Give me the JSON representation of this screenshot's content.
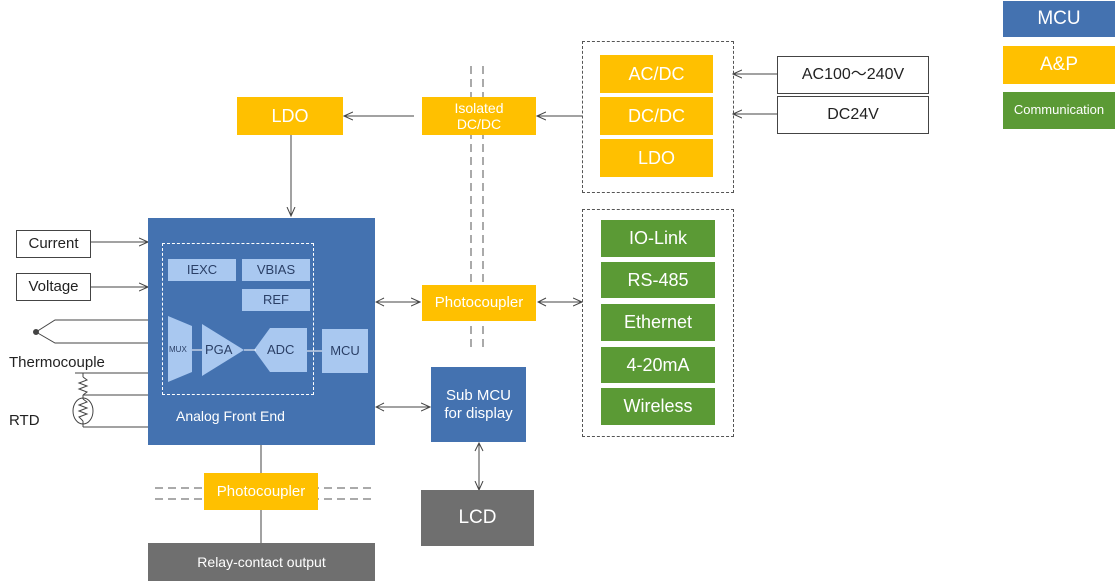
{
  "legend": {
    "mcu": "MCU",
    "ap": "A&P",
    "communication": "Communication",
    "colors": {
      "mcu": "#4472B0",
      "ap": "#FFC000",
      "communication": "#5B9A35"
    }
  },
  "power": {
    "ldo": "LDO",
    "isolated_dcdc": "Isolated\nDC/DC",
    "acdc": "AC/DC",
    "dcdc": "DC/DC",
    "ldo2": "LDO",
    "ac_input": "AC100～240V",
    "dc_input": "DC24V"
  },
  "afe": {
    "title": "Analog  Front End",
    "iexc": "IEXC",
    "vbias": "VBIAS",
    "ref": "REF",
    "mux": "MUX",
    "pga": "PGA",
    "adc": "ADC",
    "mcu": "MCU"
  },
  "inputs": {
    "current": "Current",
    "voltage": "Voltage",
    "thermocouple": "Thermocouple",
    "rtd": "RTD"
  },
  "isolation": {
    "photocoupler_mid": "Photocoupler",
    "photocoupler_bottom": "Photocoupler"
  },
  "display": {
    "sub_mcu": "Sub MCU\nfor display",
    "lcd": "LCD"
  },
  "output": {
    "relay": "Relay-contact output"
  },
  "comms": [
    "IO-Link",
    "RS-485",
    "Ethernet",
    "4-20mA",
    "Wireless"
  ]
}
